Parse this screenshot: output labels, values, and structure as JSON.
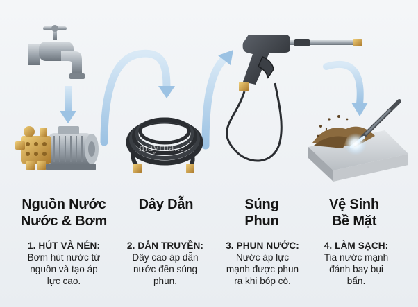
{
  "watermark": "mayrua...",
  "stages": [
    {
      "title_line1": "Nguồn Nước",
      "title_line2": "Nước & Bơm",
      "step_head": "1. HÚT VÀ NÉN:",
      "step_lines": [
        "Bơm hút nước từ",
        "nguồn và tạo áp",
        "lực cao."
      ],
      "icon": "faucet-and-pump-icon"
    },
    {
      "title_line1": "Dây Dẫn",
      "title_line2": "",
      "step_head": "2. DẪN TRUYỀN:",
      "step_lines": [
        "Dây cao áp dẫn",
        "nước đến súng",
        "phun."
      ],
      "icon": "coiled-hose-icon"
    },
    {
      "title_line1": "Súng",
      "title_line2": "Phun",
      "step_head": "3. PHUN NƯỚC:",
      "step_lines": [
        "Nước áp lực",
        "mạnh được phun",
        "ra khi bóp cò."
      ],
      "icon": "spray-gun-icon"
    },
    {
      "title_line1": "Vệ Sinh",
      "title_line2": "Bề Mặt",
      "step_head": "4. LÀM SẠCH:",
      "step_lines": [
        "Tia nước mạnh",
        "đánh bay bụi",
        "bẩn."
      ],
      "icon": "dirty-surface-cleaning-icon"
    }
  ],
  "colors": {
    "flow_arrow": "#a8c9e6",
    "metal": "#9aa3ad",
    "brass": "#c99a3a",
    "hose": "#2a2d31",
    "text": "#151515"
  }
}
